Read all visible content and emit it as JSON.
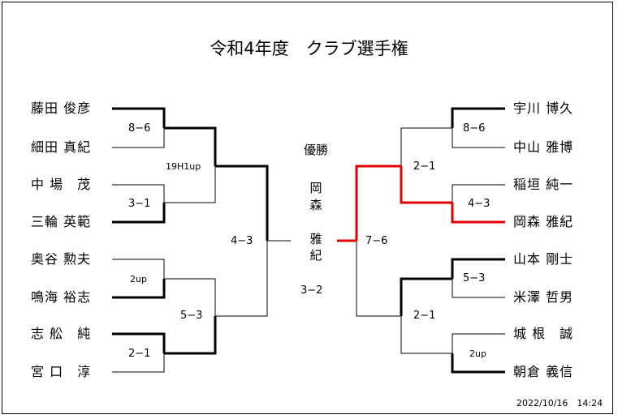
{
  "title": "令和4年度　クラブ選手権",
  "champion": {
    "label": "優勝",
    "name_chars": [
      "岡",
      "森",
      "雅",
      "紀"
    ]
  },
  "final": {
    "score": "7−6"
  },
  "third_score": "3−2",
  "left_players": [
    "藤田 俊彦",
    "細田 真紀",
    "中 場　茂",
    "三輪 英範",
    "奥谷 勲夫",
    "鳴海 裕志",
    "志 舩　純",
    "宮 口　淳"
  ],
  "right_players": [
    "宇川 博久",
    "中山 雅博",
    "稲垣 純一",
    "岡森 雅紀",
    "山本 剛士",
    "米澤 哲男",
    "城 根　誠",
    "朝倉 義信"
  ],
  "left_scores": {
    "r1": [
      "8−6",
      "3−1",
      "2up",
      "2−1"
    ],
    "r2": [
      "19H1up",
      "5−3"
    ],
    "r3": "4−3"
  },
  "right_scores": {
    "r1": [
      "8−6",
      "4−3",
      "5−3",
      "2up"
    ],
    "r2": [
      "2−1",
      "2−1"
    ]
  },
  "timestamp": "2022/10/16　14:24",
  "colors": {
    "line": "#000000",
    "winner_path": "#e00000"
  }
}
